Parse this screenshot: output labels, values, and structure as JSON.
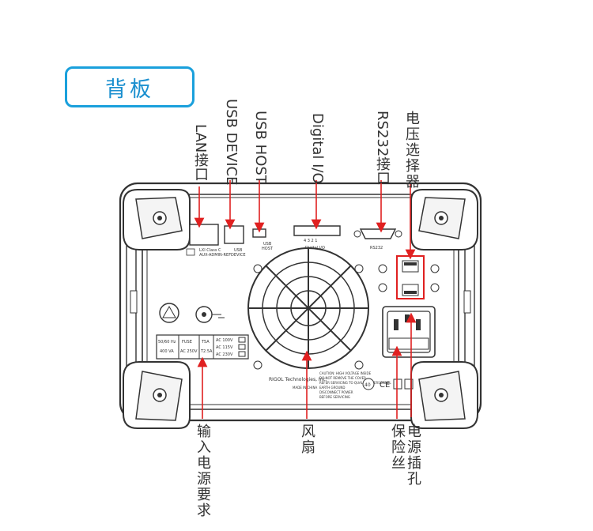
{
  "title": "背板",
  "callouts": {
    "lan": "LAN接口",
    "usb_device": "USB DEVICE",
    "usb_host": "USB HOST",
    "digital_io": "Digital I/O",
    "rs232": "RS232接口",
    "voltage_selector": "电压选择器",
    "input_power_req": "输入电源要求",
    "fan": "风扇",
    "fuse": "保险丝",
    "power_socket": "电源插孔"
  },
  "panel_text": {
    "lan_caption_1": "LXI Class C",
    "lan_caption_2": "AUX-ADMIN-REF",
    "usb_device": "USB",
    "usb_device_2": "DEVICE",
    "usb_host": "USB",
    "usb_host_2": "HOST",
    "digital_pins": "4  3  2  1",
    "digital_io": "Digital I/O",
    "rs232": "RS232",
    "fuse_label": "FUSE",
    "fuse_ac": "AC 250V",
    "fuse_rating": "T5A",
    "fuse_rating_2": "T2.5A",
    "input_hz": "50/60 Hz",
    "input_va": "400 VA",
    "ac_100": "AC 100V",
    "ac_115": "AC 115V",
    "ac_230": "AC 230V",
    "brand": "RIGOL Technologies, Inc.",
    "made_in": "MADE IN CHINA",
    "warning_1": "CAUTION: HIGH VOLTAGE INSIDE",
    "warning_2": "DO NOT REMOVE THE COVER",
    "warning_3": "REFER SERVICING TO QUALIFIED PERSONNEL",
    "warning_4": "EARTH GROUND",
    "warning_5": "DISCONNECT POWER",
    "warning_6": "BEFORE SERVICING",
    "rohs": "40",
    "ce": "CE"
  },
  "colors": {
    "accent": "#1aa0dc",
    "callout": "#e02020",
    "line": "#333333"
  }
}
